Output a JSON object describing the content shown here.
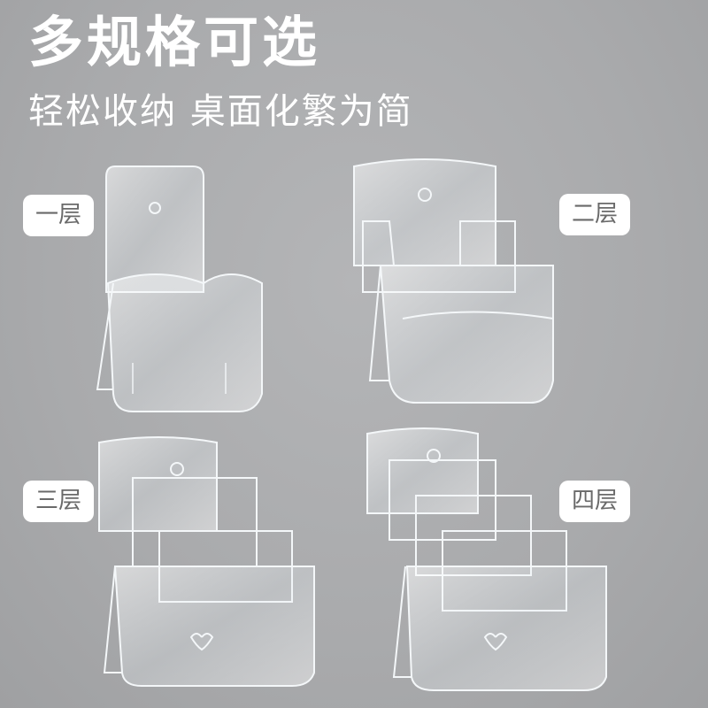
{
  "header": {
    "title": "多规格可选",
    "subtitle": "轻松收纳 桌面化繁为简"
  },
  "variants": [
    {
      "label": "一层"
    },
    {
      "label": "二层"
    },
    {
      "label": "三层"
    },
    {
      "label": "四层"
    }
  ],
  "colors": {
    "background": "#a9aaac",
    "title_text": "#ffffff",
    "badge_bg": "#ffffff",
    "badge_text": "#6a6a6a"
  }
}
